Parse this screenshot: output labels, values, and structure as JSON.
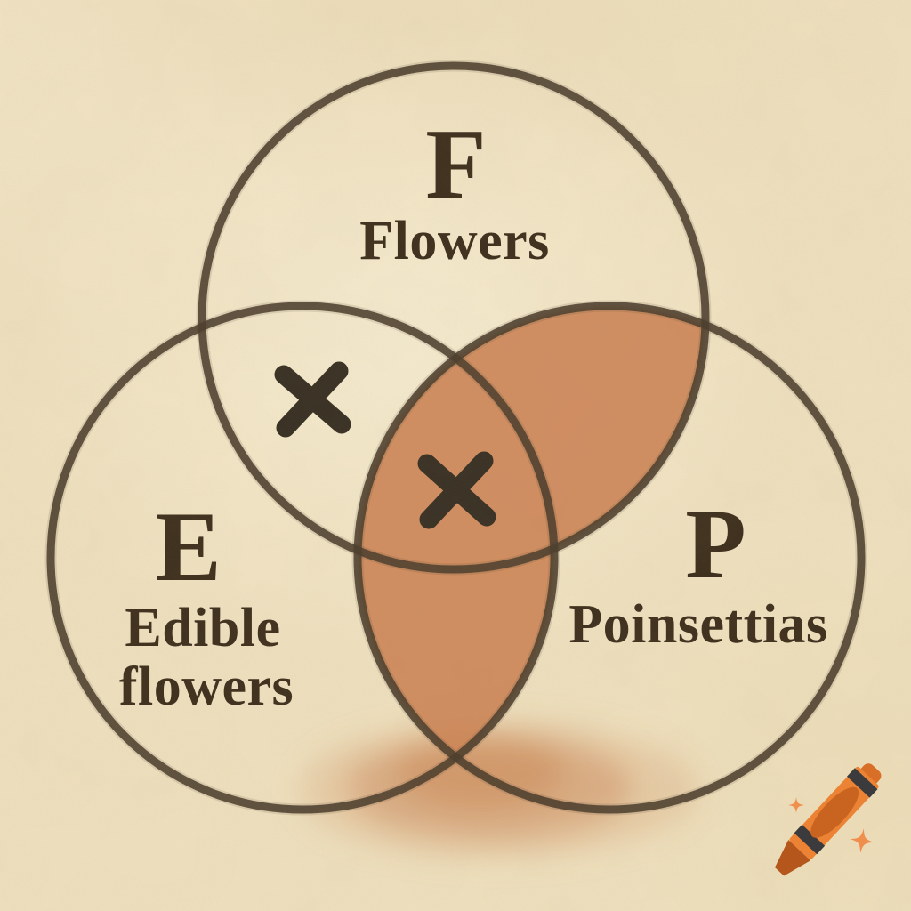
{
  "image_style": "hand-drawn watercolor venn diagram on parchment paper",
  "colors": {
    "parchment": "#efe1bf",
    "ink": "#3b2d1b",
    "outline": "#4a3c2b",
    "x_mark": "#362e22",
    "watercolor_shade": "#cd8455",
    "stain": "#c67848",
    "crayon_body": "#ec8334",
    "crayon_back": "#d96f27",
    "crayon_stripe": "#3b3b3d",
    "crayon_tip": "#b5571d",
    "crayon_label": "#c8641f",
    "sparkle": "#ef8e4d"
  },
  "diagram": {
    "type": "venn",
    "sets": [
      {
        "id": "F",
        "letter": "F",
        "label": "Flowers"
      },
      {
        "id": "E",
        "letter": "E",
        "label_line1": "Edible",
        "label_line2": "flowers"
      },
      {
        "id": "P",
        "letter": "P",
        "label": "Poinsettias"
      }
    ],
    "shaded_regions": [
      "F∩P",
      "E∩P",
      "F∩E∩P"
    ],
    "x_marks": [
      {
        "symbol": "✕",
        "region": "F∩E outside P"
      },
      {
        "symbol": "✕",
        "region": "F∩E∩P center"
      }
    ]
  },
  "watermark": {
    "icon": "crayon-icon",
    "sparkle_count": 2
  }
}
